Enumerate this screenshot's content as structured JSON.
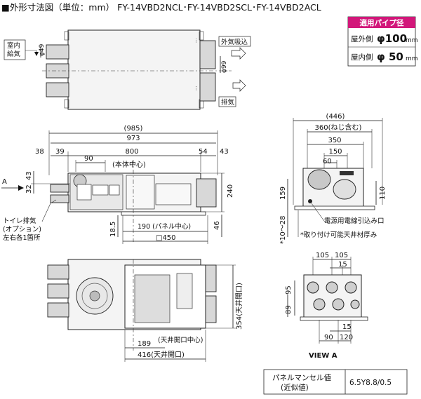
{
  "header": {
    "title": "■外形寸法図（単位：mm） FY-14VBD2NCL･FY-14VBD2SCL･FY-14VBD2ACL"
  },
  "pipe_box": {
    "title": "適用パイプ径",
    "outdoor_label": "屋外側",
    "outdoor_value": "φ100",
    "indoor_label": "屋内側",
    "indoor_value": "φ 50",
    "unit": "mm"
  },
  "top_view": {
    "indoor_supply": "室内\n給気",
    "diam49": "φ49",
    "outdoor_intake": "外気吸込",
    "diam99": "φ99",
    "exhaust": "排気"
  },
  "side_view": {
    "d985": "(985)",
    "d973": "973",
    "d38": "38",
    "d39": "39",
    "d800": "800",
    "d54": "54",
    "d43a": "43",
    "d90": "90",
    "center": "(本体中心)",
    "d43b": "43",
    "d32": "32",
    "d240": "240",
    "arrow_a": "A",
    "toilet": "トイレ排気",
    "option": "(オプション)",
    "lr": "左右各1箇所",
    "d18_5": "18.5",
    "d190": "190 (パネル中心)",
    "d46": "46",
    "d450": "□450"
  },
  "right_view": {
    "d446": "(446)",
    "d360": "360(ねじ含む)",
    "d350": "350",
    "d150": "150",
    "d60": "60",
    "d159": "159",
    "d110": "110",
    "d10_28": "*10～28",
    "cable": "電源用電線引込み口",
    "note": "*取り付け可能天井材厚み"
  },
  "view_a": {
    "d105a": "105",
    "d105b": "105",
    "d15a": "15",
    "d89": "89",
    "d95": "95",
    "d90": "90",
    "d15b": "15",
    "d120": "120",
    "label": "VIEW A"
  },
  "bottom_view": {
    "d354": "354(天井開口)",
    "d189": "189",
    "ceiling_center": "(天井開口中心)",
    "d416": "416(天井開口)"
  },
  "table": {
    "label1": "パネルマンセル値",
    "label2": "(近似値)",
    "value": "6.5Y8.8/0.5"
  }
}
